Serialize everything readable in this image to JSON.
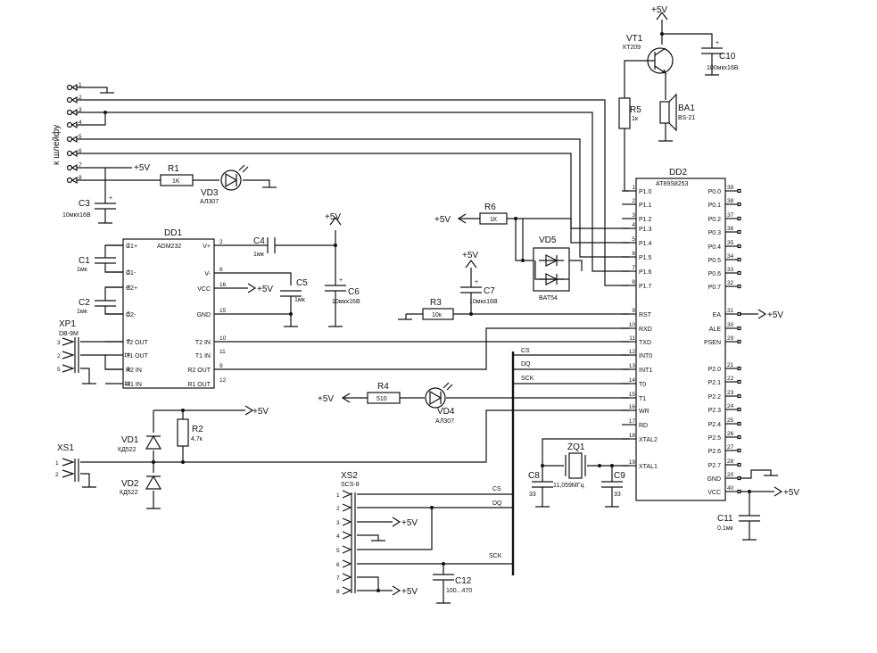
{
  "power": {
    "vcc": "+5V",
    "top": "+5V"
  },
  "connectors": {
    "loop_label": "к шлейфу",
    "loop_pins": [
      "1",
      "2",
      "3",
      "4",
      "5",
      "6",
      "7",
      "8"
    ],
    "xp1_ref": "XP1",
    "xp1_type": "DB-9M",
    "xp1_pins": [
      "3",
      "2",
      "5"
    ],
    "xs1_ref": "XS1",
    "xs1_pins": [
      "1",
      "2"
    ],
    "xs2_ref": "XS2",
    "xs2_type": "SCS-8",
    "xs2_pins": [
      "1",
      "2",
      "3",
      "4",
      "5",
      "6",
      "7",
      "8"
    ]
  },
  "dd1": {
    "ref": "DD1",
    "part": "ADM232",
    "left_pins": [
      {
        "num": "1",
        "name": "C1+"
      },
      {
        "num": "3",
        "name": "C1-"
      },
      {
        "num": "4",
        "name": "C2+"
      },
      {
        "num": "5",
        "name": "C2-"
      },
      {
        "num": "7",
        "name": "T2 OUT"
      },
      {
        "num": "14",
        "name": "T1 OUT"
      },
      {
        "num": "8",
        "name": "R2 IN"
      },
      {
        "num": "13",
        "name": "R1 IN"
      }
    ],
    "right_pins": [
      {
        "num": "2",
        "name": "V+"
      },
      {
        "num": "6",
        "name": "V-"
      },
      {
        "num": "16",
        "name": "VCC"
      },
      {
        "num": "15",
        "name": "GND"
      },
      {
        "num": "10",
        "name": "T2 IN"
      },
      {
        "num": "11",
        "name": "T1 IN"
      },
      {
        "num": "9",
        "name": "R2 OUT"
      },
      {
        "num": "12",
        "name": "R1 OUT"
      }
    ]
  },
  "dd2": {
    "ref": "DD2",
    "part": "AT89S8253",
    "left_pins": [
      {
        "num": "1",
        "name": "P1.0"
      },
      {
        "num": "2",
        "name": "P1.1"
      },
      {
        "num": "3",
        "name": "P1.2"
      },
      {
        "num": "4",
        "name": "P1.3"
      },
      {
        "num": "5",
        "name": "P1.4"
      },
      {
        "num": "6",
        "name": "P1.5"
      },
      {
        "num": "7",
        "name": "P1.6"
      },
      {
        "num": "8",
        "name": "P1.7"
      },
      {
        "num": "9",
        "name": "RST"
      },
      {
        "num": "10",
        "name": "RXD"
      },
      {
        "num": "11",
        "name": "TXD"
      },
      {
        "num": "12",
        "name": "INT0"
      },
      {
        "num": "13",
        "name": "INT1"
      },
      {
        "num": "14",
        "name": "T0"
      },
      {
        "num": "15",
        "name": "T1"
      },
      {
        "num": "16",
        "name": "WR"
      },
      {
        "num": "17",
        "name": "RD"
      },
      {
        "num": "18",
        "name": "XTAL2"
      },
      {
        "num": "19",
        "name": "XTAL1"
      }
    ],
    "right_pins": [
      {
        "num": "39",
        "name": "P0.0"
      },
      {
        "num": "38",
        "name": "P0.1"
      },
      {
        "num": "37",
        "name": "P0.2"
      },
      {
        "num": "36",
        "name": "P0.3"
      },
      {
        "num": "35",
        "name": "P0.4"
      },
      {
        "num": "34",
        "name": "P0.5"
      },
      {
        "num": "33",
        "name": "P0.6"
      },
      {
        "num": "32",
        "name": "P0.7"
      },
      {
        "num": "31",
        "name": "EA"
      },
      {
        "num": "30",
        "name": "ALE"
      },
      {
        "num": "29",
        "name": "PSEN"
      },
      {
        "num": "21",
        "name": "P2.0"
      },
      {
        "num": "22",
        "name": "P2.1"
      },
      {
        "num": "23",
        "name": "P2.2"
      },
      {
        "num": "24",
        "name": "P2.3"
      },
      {
        "num": "25",
        "name": "P2.4"
      },
      {
        "num": "26",
        "name": "P2.5"
      },
      {
        "num": "27",
        "name": "P2.6"
      },
      {
        "num": "28",
        "name": "P2.7"
      },
      {
        "num": "20",
        "name": "GND"
      },
      {
        "num": "40",
        "name": "VCC"
      }
    ]
  },
  "parts": {
    "r1": {
      "ref": "R1",
      "value": "1K"
    },
    "r2": {
      "ref": "R2",
      "value": "4,7к"
    },
    "r3": {
      "ref": "R3",
      "value": "10к"
    },
    "r4": {
      "ref": "R4",
      "value": "510"
    },
    "r5": {
      "ref": "R5",
      "value": "1к"
    },
    "r6": {
      "ref": "R6",
      "value": "1К"
    },
    "c1": {
      "ref": "C1",
      "value": "1мк"
    },
    "c2": {
      "ref": "C2",
      "value": "1мк"
    },
    "c3": {
      "ref": "C3",
      "value": "10мкх16В"
    },
    "c4": {
      "ref": "C4",
      "value": "1мк"
    },
    "c5": {
      "ref": "C5",
      "value": "1мк"
    },
    "c6": {
      "ref": "C6",
      "value": "10мкх16В"
    },
    "c7": {
      "ref": "C7",
      "value": "10мкх16В"
    },
    "c8": {
      "ref": "C8",
      "value": "33"
    },
    "c9": {
      "ref": "C9",
      "value": "33"
    },
    "c10": {
      "ref": "C10",
      "value": "100мкх16В"
    },
    "c11": {
      "ref": "C11",
      "value": "0,1мк"
    },
    "c12": {
      "ref": "C12",
      "value": "100...470"
    },
    "vd1": {
      "ref": "VD1",
      "value": "КД522"
    },
    "vd2": {
      "ref": "VD2",
      "value": "КД522"
    },
    "vd3": {
      "ref": "VD3",
      "value": "АЛ307"
    },
    "vd4": {
      "ref": "VD4",
      "value": "АЛ307"
    },
    "vd5": {
      "ref": "VD5",
      "value": "BAT54"
    },
    "vt1": {
      "ref": "VT1",
      "value": "КТ209"
    },
    "ba1": {
      "ref": "BA1",
      "value": "BS-21"
    },
    "zq1": {
      "ref": "ZQ1",
      "value": "11,059МГц"
    }
  },
  "bus": {
    "cs": "CS",
    "dq": "DQ",
    "sck": "SCK"
  }
}
